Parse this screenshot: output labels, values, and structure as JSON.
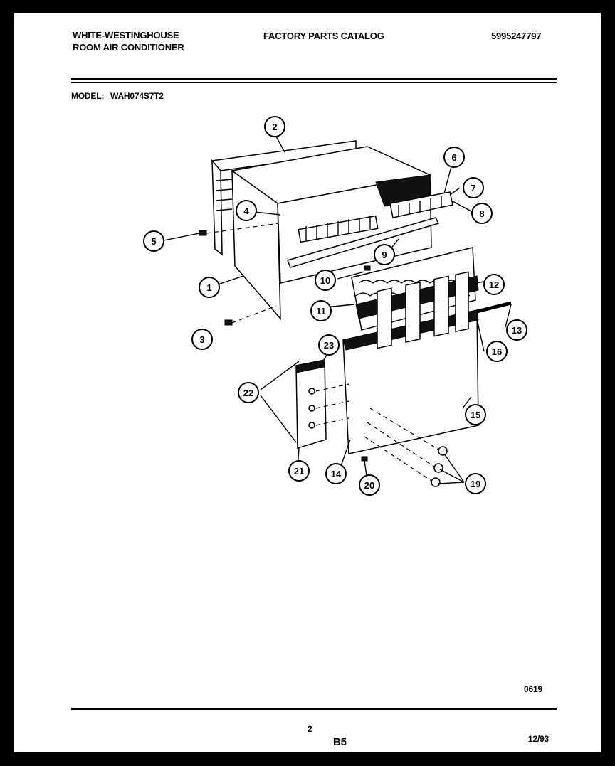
{
  "header": {
    "brand_line1": "WHITE-WESTINGHOUSE",
    "brand_line2": "ROOM AIR CONDITIONER",
    "catalog_title": "FACTORY PARTS CATALOG",
    "catalog_number": "5995247797",
    "model_label": "MODEL:",
    "model_value": "WAH074S7T2"
  },
  "callouts": [
    "1",
    "2",
    "3",
    "4",
    "5",
    "6",
    "7",
    "8",
    "9",
    "10",
    "11",
    "12",
    "13",
    "14",
    "15",
    "16",
    "19",
    "20",
    "21",
    "22",
    "23"
  ],
  "footer": {
    "code": "0619",
    "page_number": "2",
    "section": "B5",
    "date": "12/93"
  }
}
